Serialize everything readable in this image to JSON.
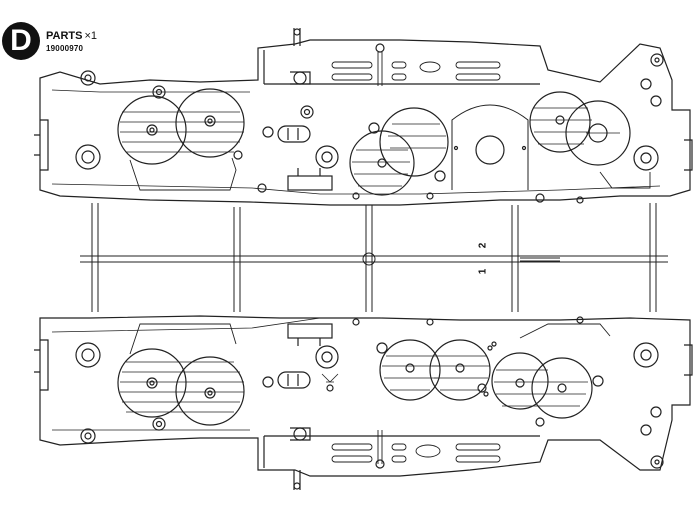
{
  "sheet": {
    "letter": "D",
    "parts_label": "PARTS",
    "quantity": "×1",
    "part_number": "19000970"
  },
  "part_marks": [
    "2",
    "1"
  ]
}
